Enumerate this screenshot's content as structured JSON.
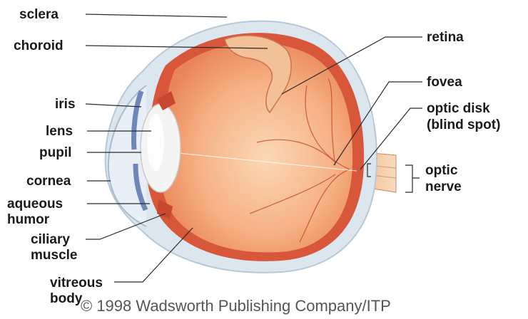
{
  "labels": {
    "sclera": "sclera",
    "choroid": "choroid",
    "iris": "iris",
    "lens": "lens",
    "pupil": "pupil",
    "cornea": "cornea",
    "aqueous_line1": "aqueous",
    "aqueous_line2": "humor",
    "ciliary_line1": "ciliary",
    "ciliary_line2": "muscle",
    "vitreous_line1": "vitreous",
    "vitreous_line2": "body",
    "retina": "retina",
    "fovea": "fovea",
    "optic_disk_line1": "optic disk",
    "optic_disk_line2": "(blind spot)",
    "optic_nerve_line1": "optic",
    "optic_nerve_line2": "nerve"
  },
  "copyright": "© 1998 Wadsworth Publishing Company/ITP",
  "colors": {
    "sclera": "#d9e4ee",
    "choroid": "#d4553a",
    "retina": "#f1a46c",
    "vitreous": "#f6b98a",
    "lens": "#f4f4f4",
    "iris": "#7f97c6",
    "nerve": "#f0c9a0"
  }
}
